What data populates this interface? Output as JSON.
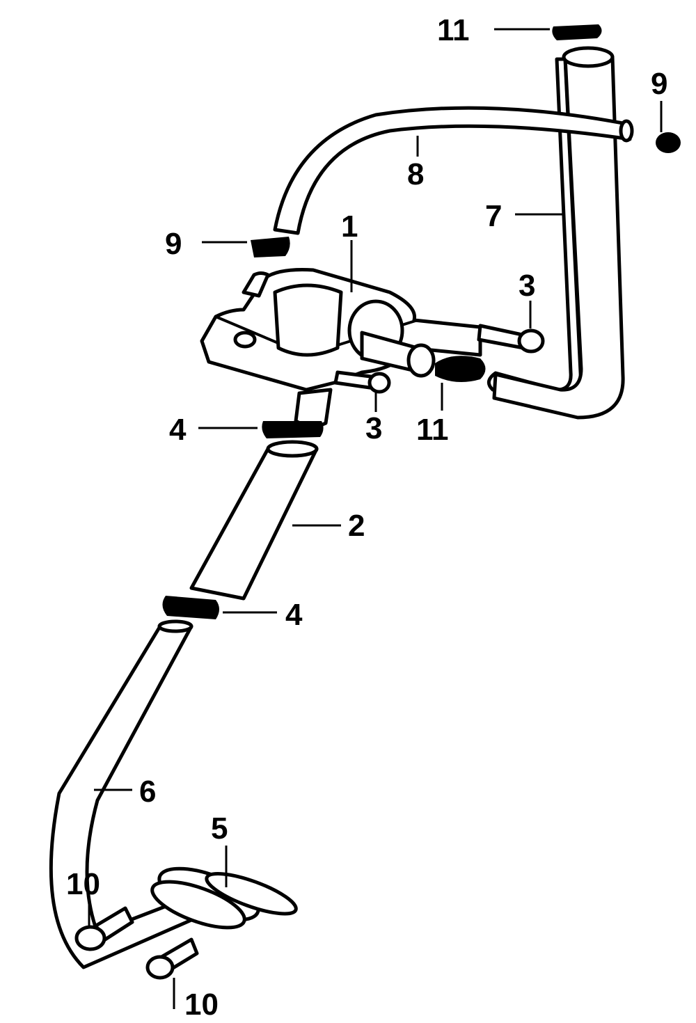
{
  "diagram": {
    "callouts": [
      {
        "id": "c1",
        "text": "1"
      },
      {
        "id": "c2",
        "text": "2"
      },
      {
        "id": "c3a",
        "text": "3"
      },
      {
        "id": "c3b",
        "text": "3"
      },
      {
        "id": "c4a",
        "text": "4"
      },
      {
        "id": "c4b",
        "text": "4"
      },
      {
        "id": "c5",
        "text": "5"
      },
      {
        "id": "c6",
        "text": "6"
      },
      {
        "id": "c7",
        "text": "7"
      },
      {
        "id": "c8",
        "text": "8"
      },
      {
        "id": "c9a",
        "text": "9"
      },
      {
        "id": "c9b",
        "text": "9"
      },
      {
        "id": "c10a",
        "text": "10"
      },
      {
        "id": "c10b",
        "text": "10"
      },
      {
        "id": "c11a",
        "text": "11"
      },
      {
        "id": "c11b",
        "text": "11"
      }
    ],
    "colors": {
      "line": "#000000",
      "background": "#ffffff"
    }
  }
}
